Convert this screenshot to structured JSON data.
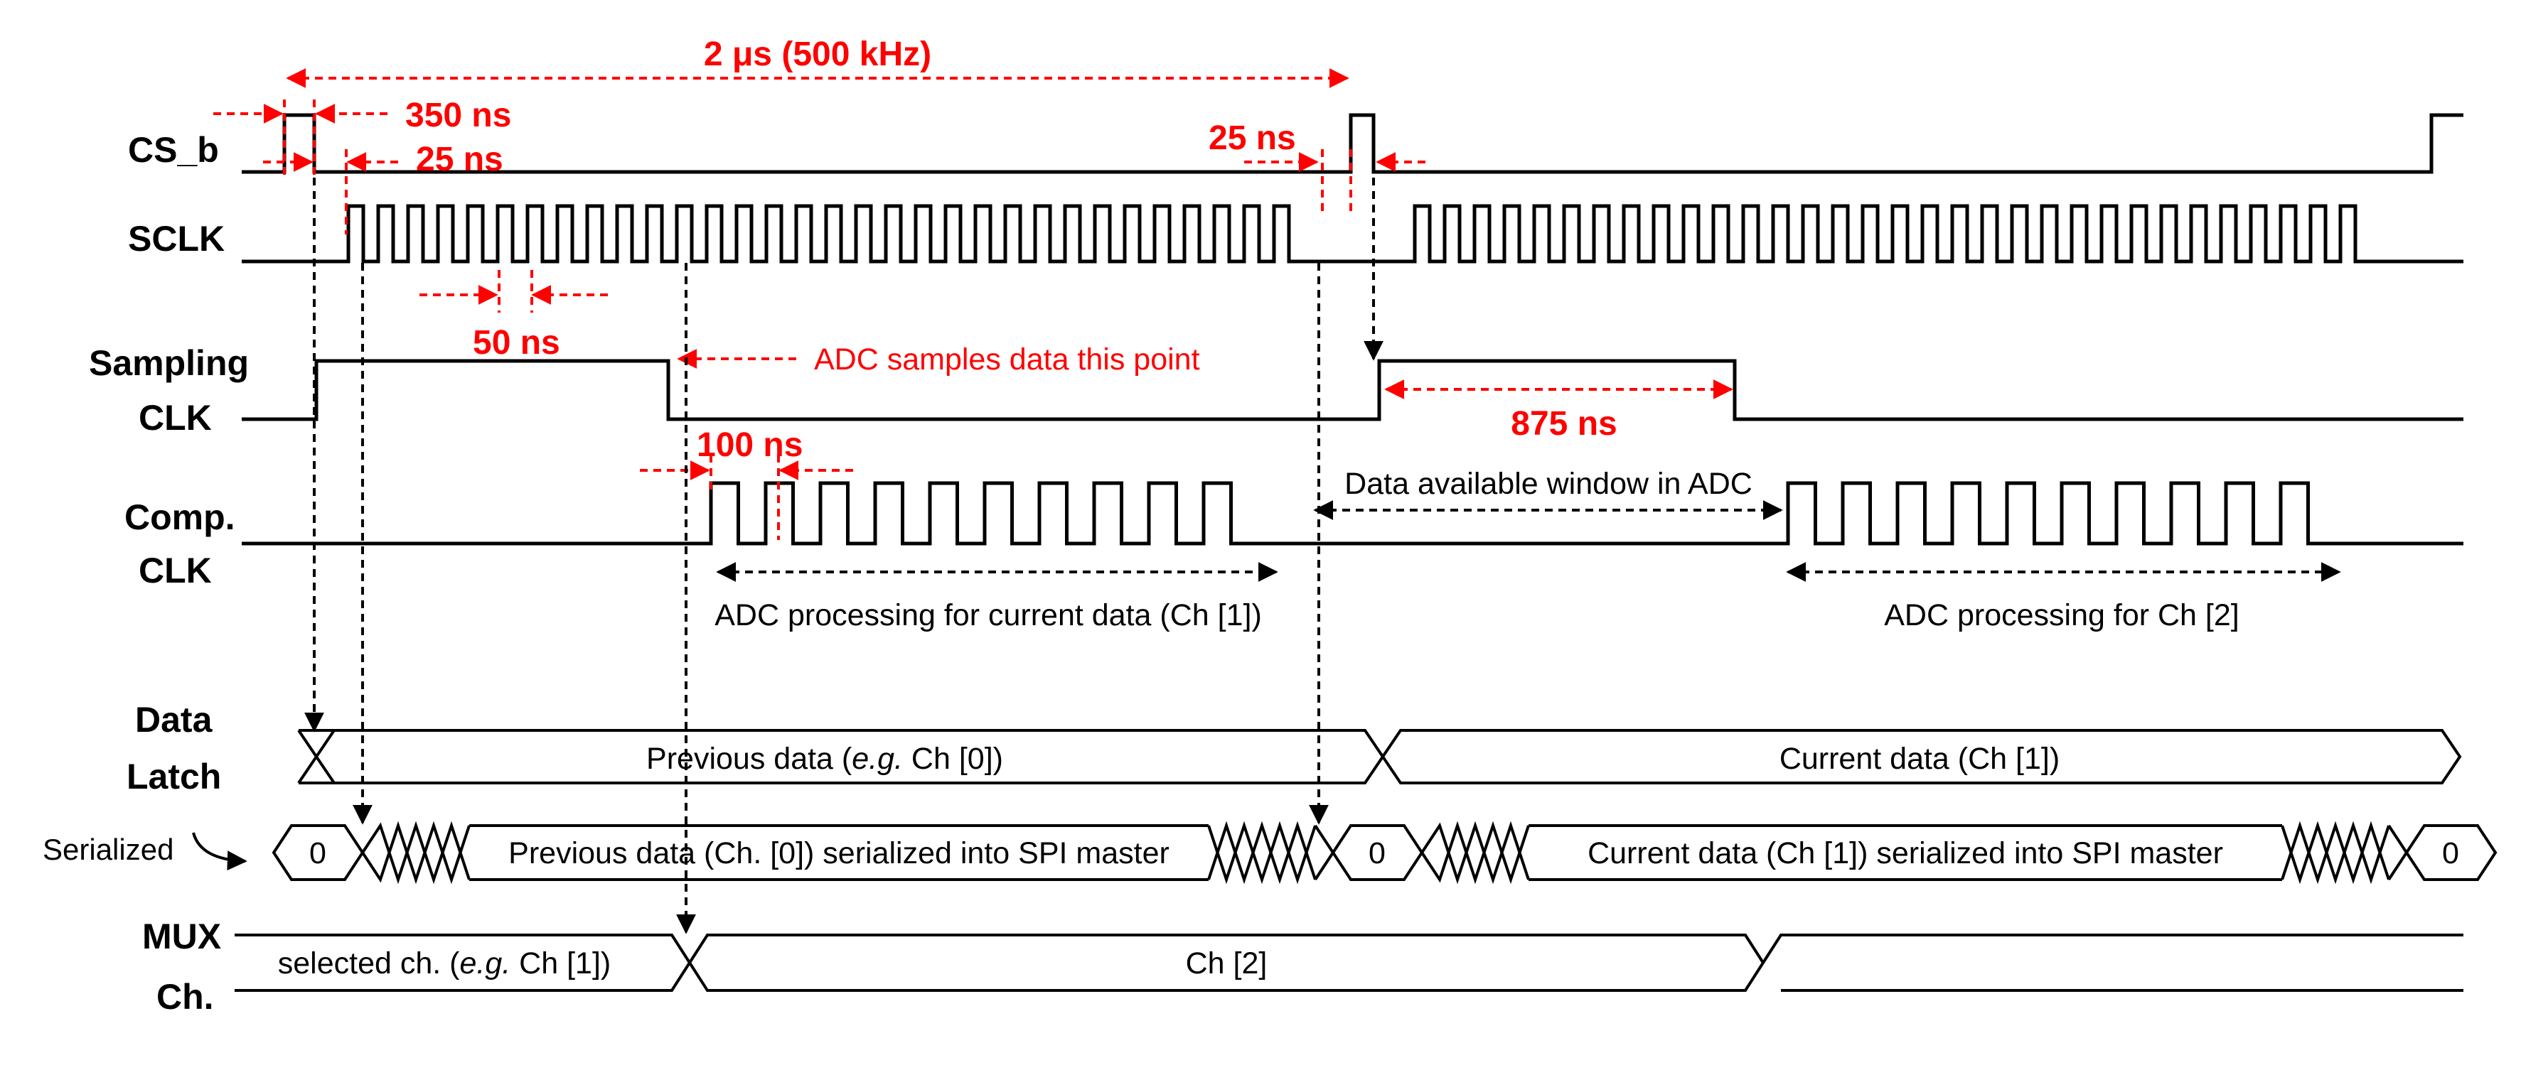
{
  "signals": {
    "cs_b": "CS_b",
    "sclk": "SCLK",
    "sampling_1": "Sampling",
    "sampling_2": "CLK",
    "comp_1": "Comp.",
    "comp_2": "CLK",
    "data_latch_1": "Data",
    "data_latch_2": "Latch",
    "serialized": "Serialized",
    "mux_1": "MUX",
    "mux_2": "Ch."
  },
  "timing": {
    "period": "2 μs (500 kHz)",
    "cs_pulse": "350 ns",
    "setup_left": "25 ns",
    "setup_right": "25 ns",
    "sclk_half": "50 ns",
    "comp_half": "100 ns",
    "sampling_high": "875 ns"
  },
  "notes": {
    "adc_sample": "ADC samples data this point",
    "data_window": "Data available window in ADC",
    "adc_proc_current": "ADC processing for current data (Ch [1])",
    "adc_proc_ch2": "ADC processing for Ch [2]"
  },
  "bus": {
    "latch_prev_pre": "Previous data (",
    "latch_prev_it": "e.g.",
    "latch_prev_post": " Ch [0])",
    "latch_curr": "Current data (Ch [1])",
    "ser_zero_1": "0",
    "ser_prev": "Previous data (Ch. [0]) serialized into SPI master",
    "ser_zero_2": "0",
    "ser_curr": "Current data (Ch [1]) serialized into SPI master",
    "ser_zero_3": "0",
    "mux_sel_pre": "selected ch. (",
    "mux_sel_it": "e.g.",
    "mux_sel_post": " Ch [1])",
    "mux_ch2": "Ch [2]"
  },
  "colors": {
    "annotation": "#ff0000",
    "signal": "#000000"
  }
}
